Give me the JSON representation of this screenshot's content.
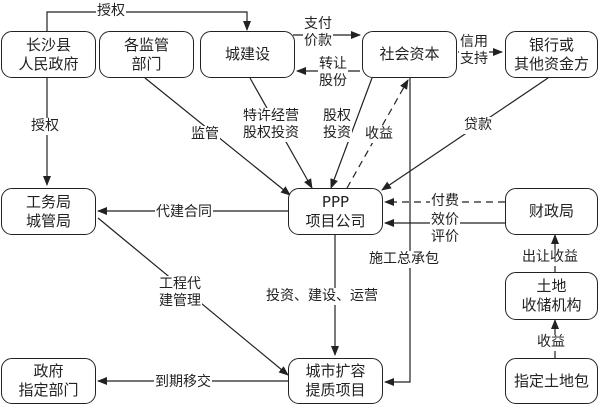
{
  "nodes": {
    "gov": "长沙县\n人民政府",
    "supervisors": "各监管\n部门",
    "citybuild": "城建设",
    "social": "社会资本",
    "bank": "银行或\n其他资金方",
    "works": "工务局\n城管局",
    "ppp": "PPP\n项目公司",
    "finance": "财政局",
    "land_org": "土地\n收储机构",
    "gov_dept": "政府\n指定部门",
    "project": "城市扩容\n提质项目",
    "land_pkg": "指定土地包"
  },
  "edges": {
    "auth_top": "授权",
    "auth_left": "授权",
    "pay": "支付\n价款",
    "transfer": "转让\n股份",
    "credit": "信用\n支持",
    "franchise": "特许经营\n股权投资",
    "equity": "股权\n投资",
    "revenue": "收益",
    "supervise": "监管",
    "loan": "贷款",
    "agent_contract": "代建合同",
    "fee": "付费",
    "perf": "效价\n评价",
    "epc": "施工总承包",
    "agent_mgmt": "工程代\n建管理",
    "ibo": "投资、建设、运营",
    "transfer_end": "到期移交",
    "land_revenue": "出让收益",
    "revenue2": "收益"
  }
}
